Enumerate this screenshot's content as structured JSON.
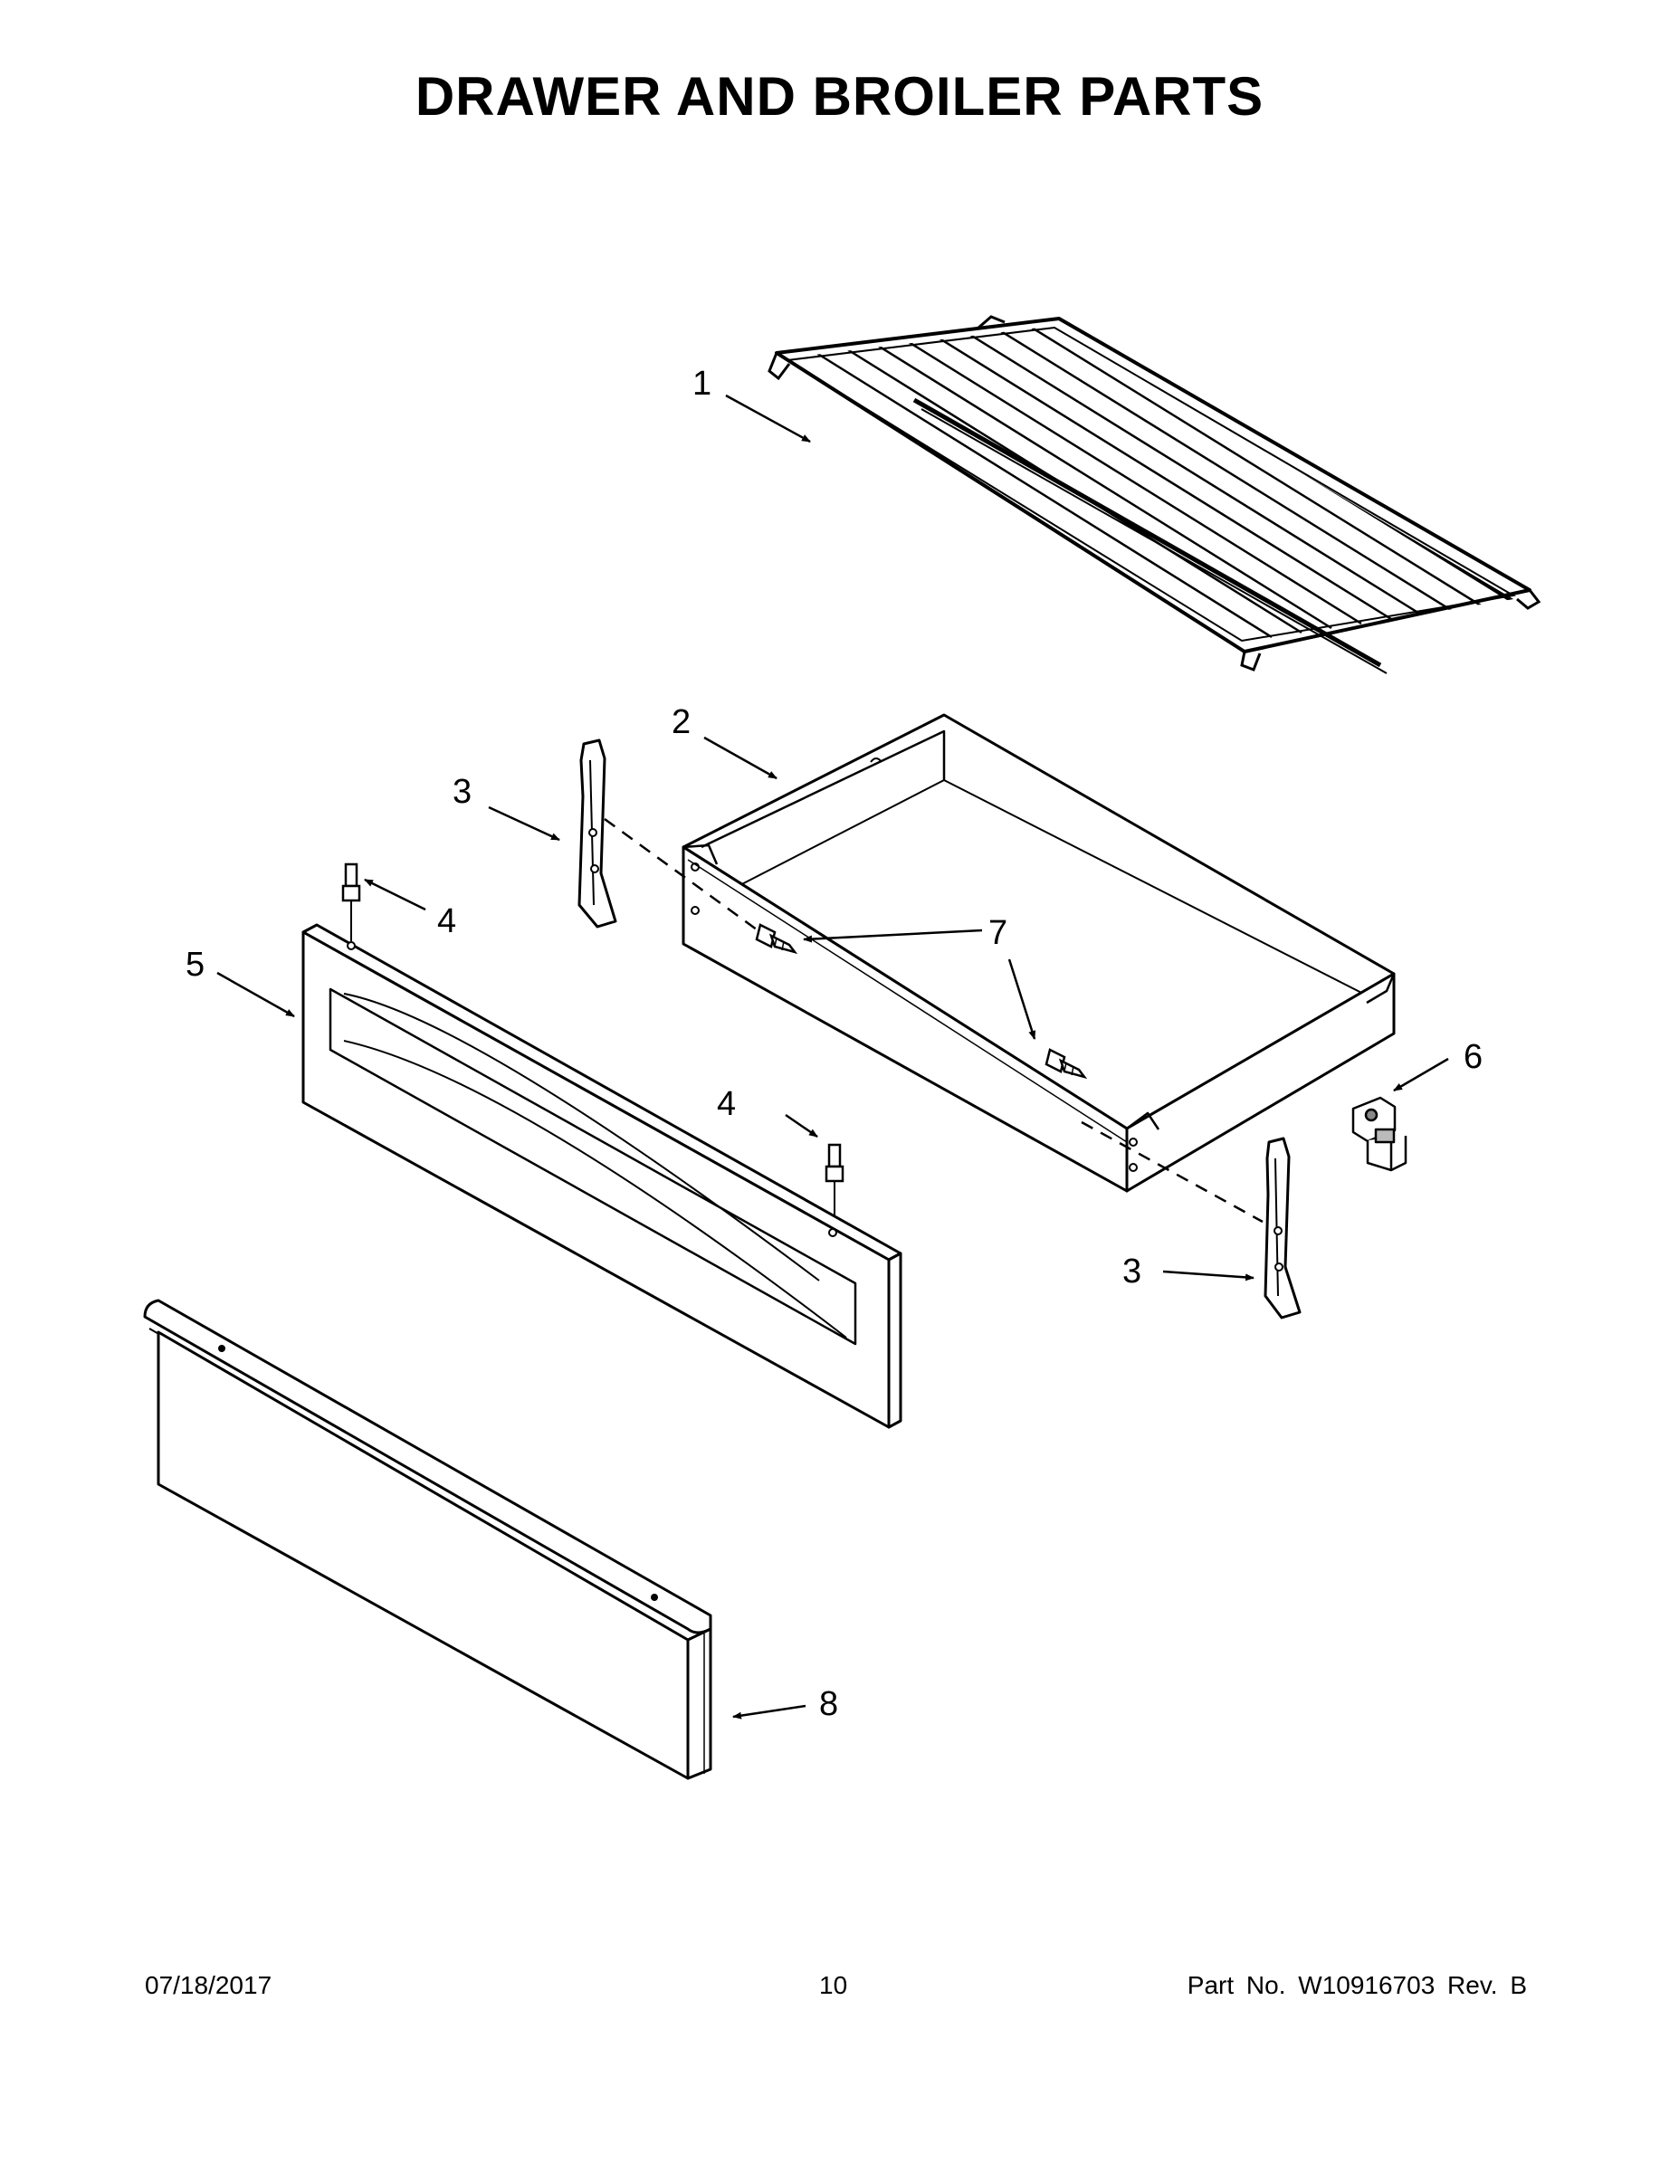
{
  "title": "DRAWER AND BROILER PARTS",
  "callouts": {
    "c1": "1",
    "c2": "2",
    "c3a": "3",
    "c3b": "3",
    "c4a": "4",
    "c4b": "4",
    "c5": "5",
    "c6": "6",
    "c7": "7",
    "c8": "8"
  },
  "footer": {
    "date": "07/18/2017",
    "page": "10",
    "part_no": "Part No.  W10916703  Rev.  B"
  }
}
